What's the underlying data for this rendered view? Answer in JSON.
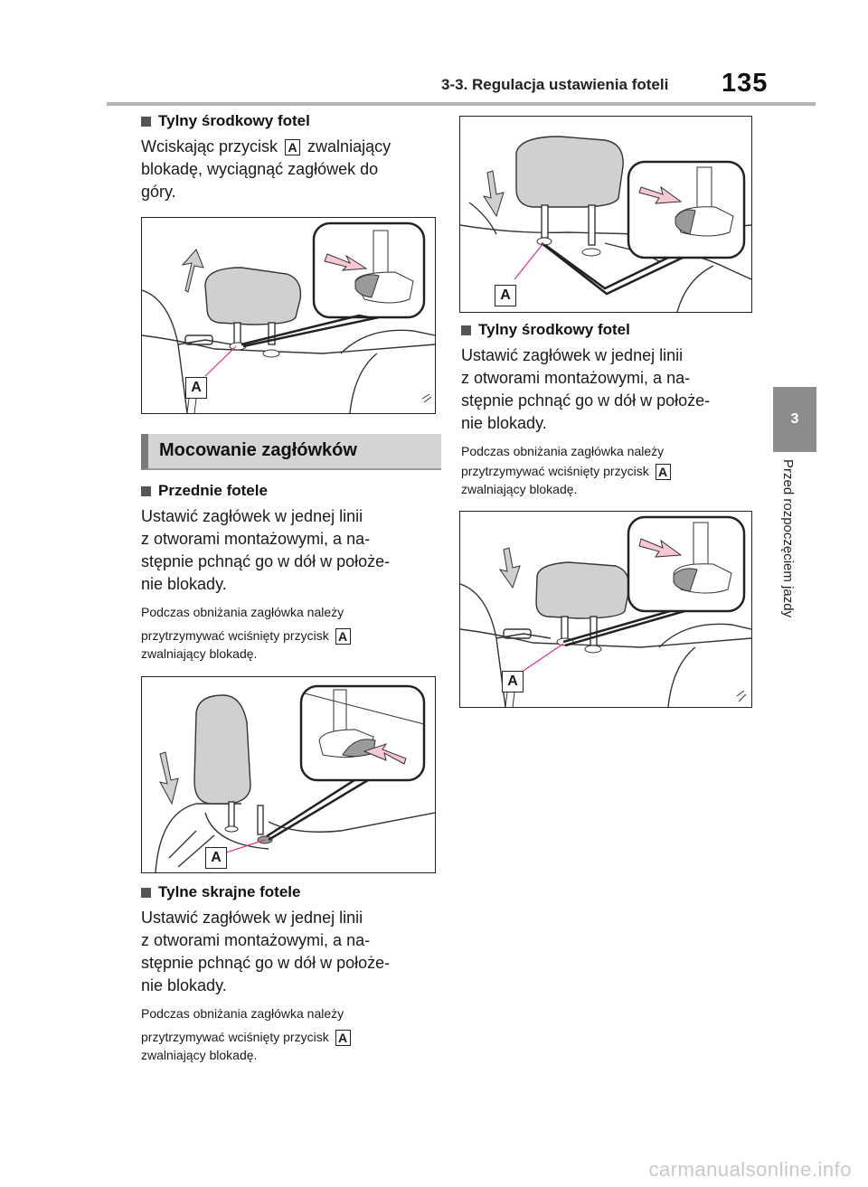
{
  "header": {
    "section": "3-3. Regulacja ustawienia foteli",
    "page_number": "135"
  },
  "side_tab": {
    "number": "3",
    "label": "Przed rozpoczęciem jazdy"
  },
  "button_label": "A",
  "left": {
    "sub1": {
      "title": "Tylny środkowy fotel",
      "text_a": "Wciskając przycisk",
      "text_b": "zwalniający",
      "text_c": "blokadę, wyciągnąć zagłówek do",
      "text_d": "góry."
    },
    "section_title": "Mocowanie zagłówków",
    "sub2": {
      "title": "Przednie fotele",
      "lines": [
        "Ustawić zagłówek w jednej linii",
        "z otworami montażowymi, a na-",
        "stępnie pchnąć go w dół w położe-",
        "nie blokady."
      ],
      "note_1": "Podczas obniżania zagłówka należy",
      "note_2": "przytrzymywać wciśnięty przycisk",
      "note_3": "zwalniający blokadę."
    },
    "sub3": {
      "title": "Tylne skrajne fotele",
      "lines": [
        "Ustawić zagłówek w jednej linii",
        "z otworami montażowymi, a na-",
        "stępnie pchnąć go w dół w położe-",
        "nie blokady."
      ],
      "note_1": "Podczas obniżania zagłówka należy",
      "note_2": "przytrzymywać wciśnięty przycisk",
      "note_3": "zwalniający blokadę."
    }
  },
  "right": {
    "sub4": {
      "title": "Tylny środkowy fotel",
      "lines": [
        "Ustawić zagłówek w jednej linii",
        "z otworami montażowymi, a na-",
        "stępnie pchnąć go w dół w położe-",
        "nie blokady."
      ],
      "note_1": "Podczas obniżania zagłówka należy",
      "note_2": "przytrzymywać wciśnięty przycisk",
      "note_3": "zwalniający blokadę."
    }
  },
  "watermark": "carmanualsonline.info"
}
